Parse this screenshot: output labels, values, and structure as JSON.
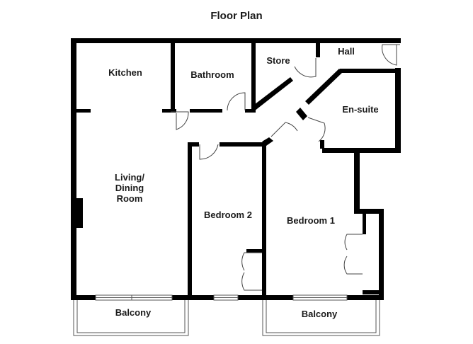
{
  "title": "Floor Plan",
  "rooms": {
    "kitchen": "Kitchen",
    "bathroom": "Bathroom",
    "store": "Store",
    "hall": "Hall",
    "ensuite": "En-suite",
    "living_line1": "Living/",
    "living_line2": "Dining",
    "living_line3": "Room",
    "bedroom2": "Bedroom 2",
    "bedroom1": "Bedroom 1",
    "balcony_left": "Balcony",
    "balcony_right": "Balcony"
  }
}
